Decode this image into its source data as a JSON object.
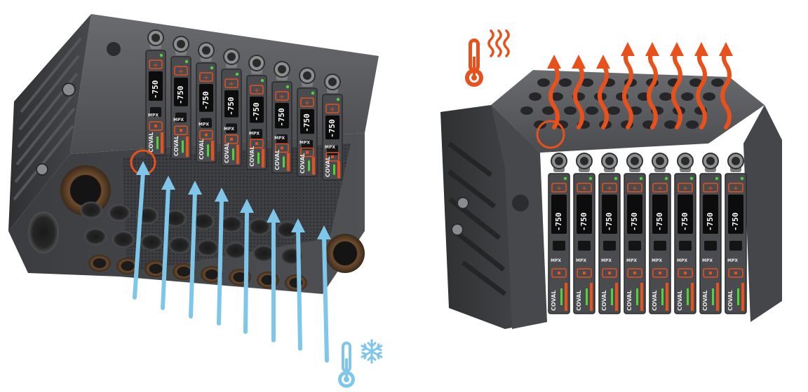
{
  "brand": "COVAL",
  "model": "MPX",
  "display_value": "-750",
  "colors": {
    "body_dark": "#3a3b3d",
    "body_mid": "#4a4b4e",
    "body_light": "#5d5e61",
    "accent_orange": "#e8501c",
    "cold_blue": "#7ec6ea",
    "led_green": "#4fd23c"
  },
  "icons": {
    "hot": [
      "thermometer-hot-icon",
      "heat-waves-icon"
    ],
    "cold": [
      "thermometer-cold-icon",
      "snowflake-icon"
    ]
  }
}
